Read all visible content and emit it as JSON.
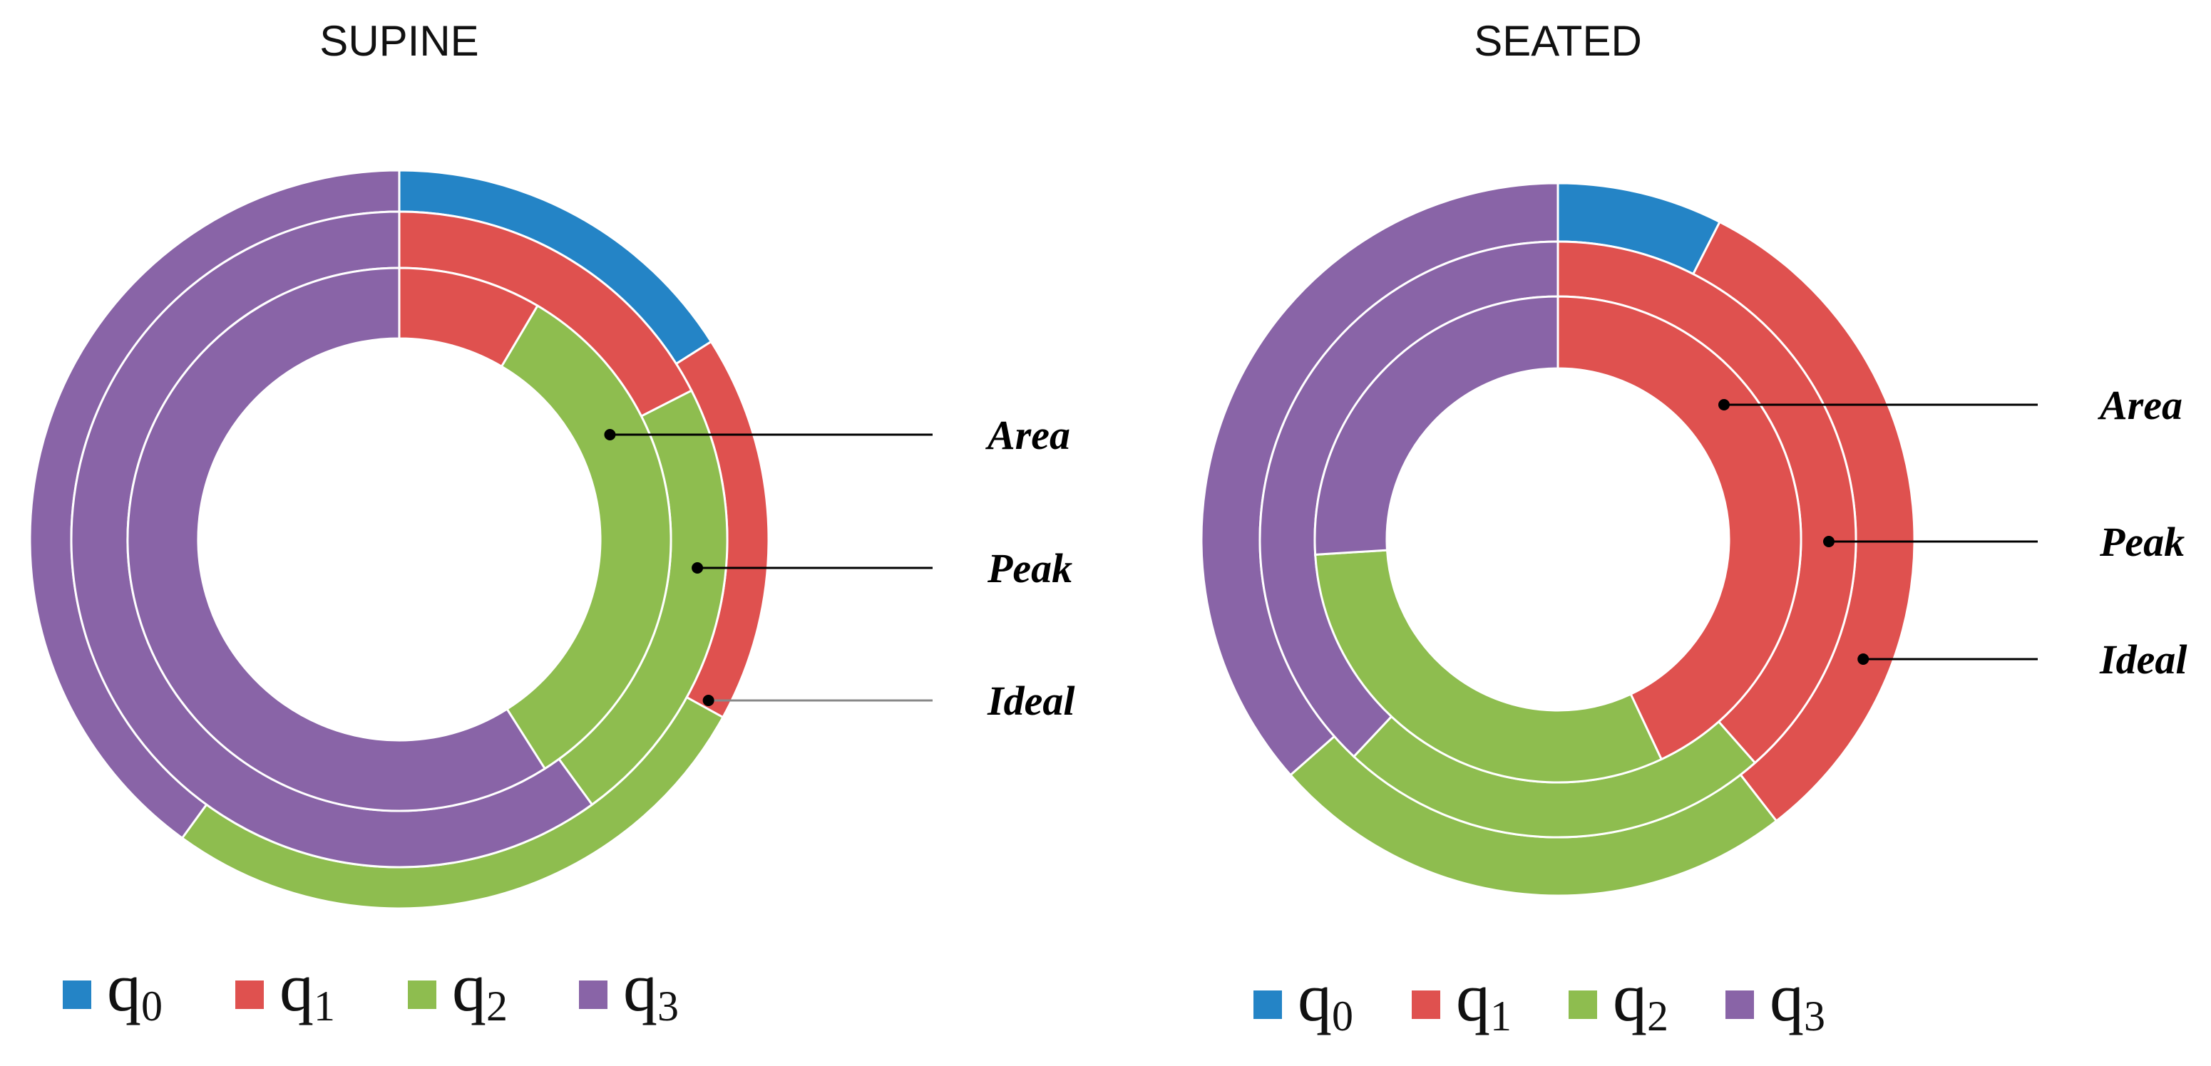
{
  "chart_data": [
    {
      "type": "pie",
      "subtype": "multi-ring donut",
      "title": "SUPINE",
      "categories": [
        "q0",
        "q1",
        "q2",
        "q3"
      ],
      "legend": [
        {
          "base": "q",
          "sub": "0",
          "color": "#2484c6"
        },
        {
          "base": "q",
          "sub": "1",
          "color": "#df514f"
        },
        {
          "base": "q",
          "sub": "2",
          "color": "#8ebd4f"
        },
        {
          "base": "q",
          "sub": "3",
          "color": "#8964a7"
        }
      ],
      "legend_position": "bottom",
      "series": [
        {
          "name": "Ideal",
          "values": [
            0.16,
            0.17,
            0.27,
            0.4
          ]
        },
        {
          "name": "Peak",
          "values": [
            0.0,
            0.175,
            0.225,
            0.6
          ]
        },
        {
          "name": "Area",
          "values": [
            0.0,
            0.085,
            0.325,
            0.59
          ]
        }
      ]
    },
    {
      "type": "pie",
      "subtype": "multi-ring donut",
      "title": "SEATED",
      "categories": [
        "q0",
        "q1",
        "q2",
        "q3"
      ],
      "legend": [
        {
          "base": "q",
          "sub": "0",
          "color": "#2484c6"
        },
        {
          "base": "q",
          "sub": "1",
          "color": "#df514f"
        },
        {
          "base": "q",
          "sub": "2",
          "color": "#8ebd4f"
        },
        {
          "base": "q",
          "sub": "3",
          "color": "#8964a7"
        }
      ],
      "legend_position": "bottom",
      "series": [
        {
          "name": "Ideal",
          "values": [
            0.075,
            0.32,
            0.24,
            0.365
          ]
        },
        {
          "name": "Peak",
          "values": [
            0.0,
            0.385,
            0.235,
            0.38
          ]
        },
        {
          "name": "Area",
          "values": [
            0.0,
            0.43,
            0.31,
            0.26
          ]
        }
      ]
    }
  ]
}
